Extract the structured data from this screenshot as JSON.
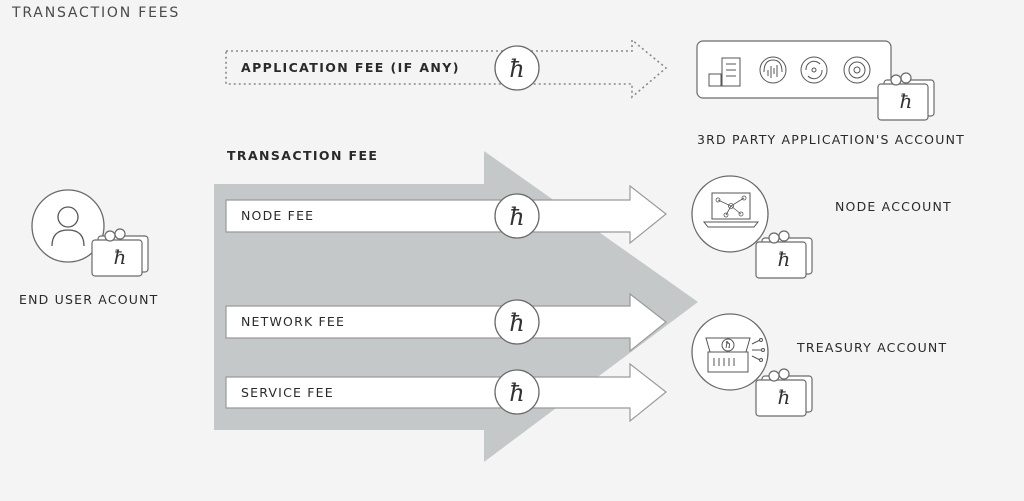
{
  "title": "TRANSACTION FEES",
  "labels": {
    "application_fee": "APPLICATION FEE (IF ANY)",
    "transaction_fee": "TRANSACTION FEE",
    "node_fee": "NODE FEE",
    "network_fee": "NETWORK FEE",
    "service_fee": "SERVICE FEE",
    "end_user_account": "END USER ACOUNT",
    "third_party_account": "3RD PARTY APPLICATION'S ACCOUNT",
    "node_account": "NODE ACCOUNT",
    "treasury_account": "TREASURY ACCOUNT"
  },
  "currency_symbol": "ħ",
  "colors": {
    "background": "#f4f4f4",
    "big_arrow": "#c5c8c9",
    "line": "#6a6a6a",
    "text": "#2a2a2a"
  },
  "icons": [
    "user-icon",
    "wallet-icon",
    "hbar-coin-icon",
    "building-icon",
    "headphones-icon",
    "refresh-icon",
    "target-icon",
    "laptop-network-icon",
    "treasure-chest-icon"
  ]
}
